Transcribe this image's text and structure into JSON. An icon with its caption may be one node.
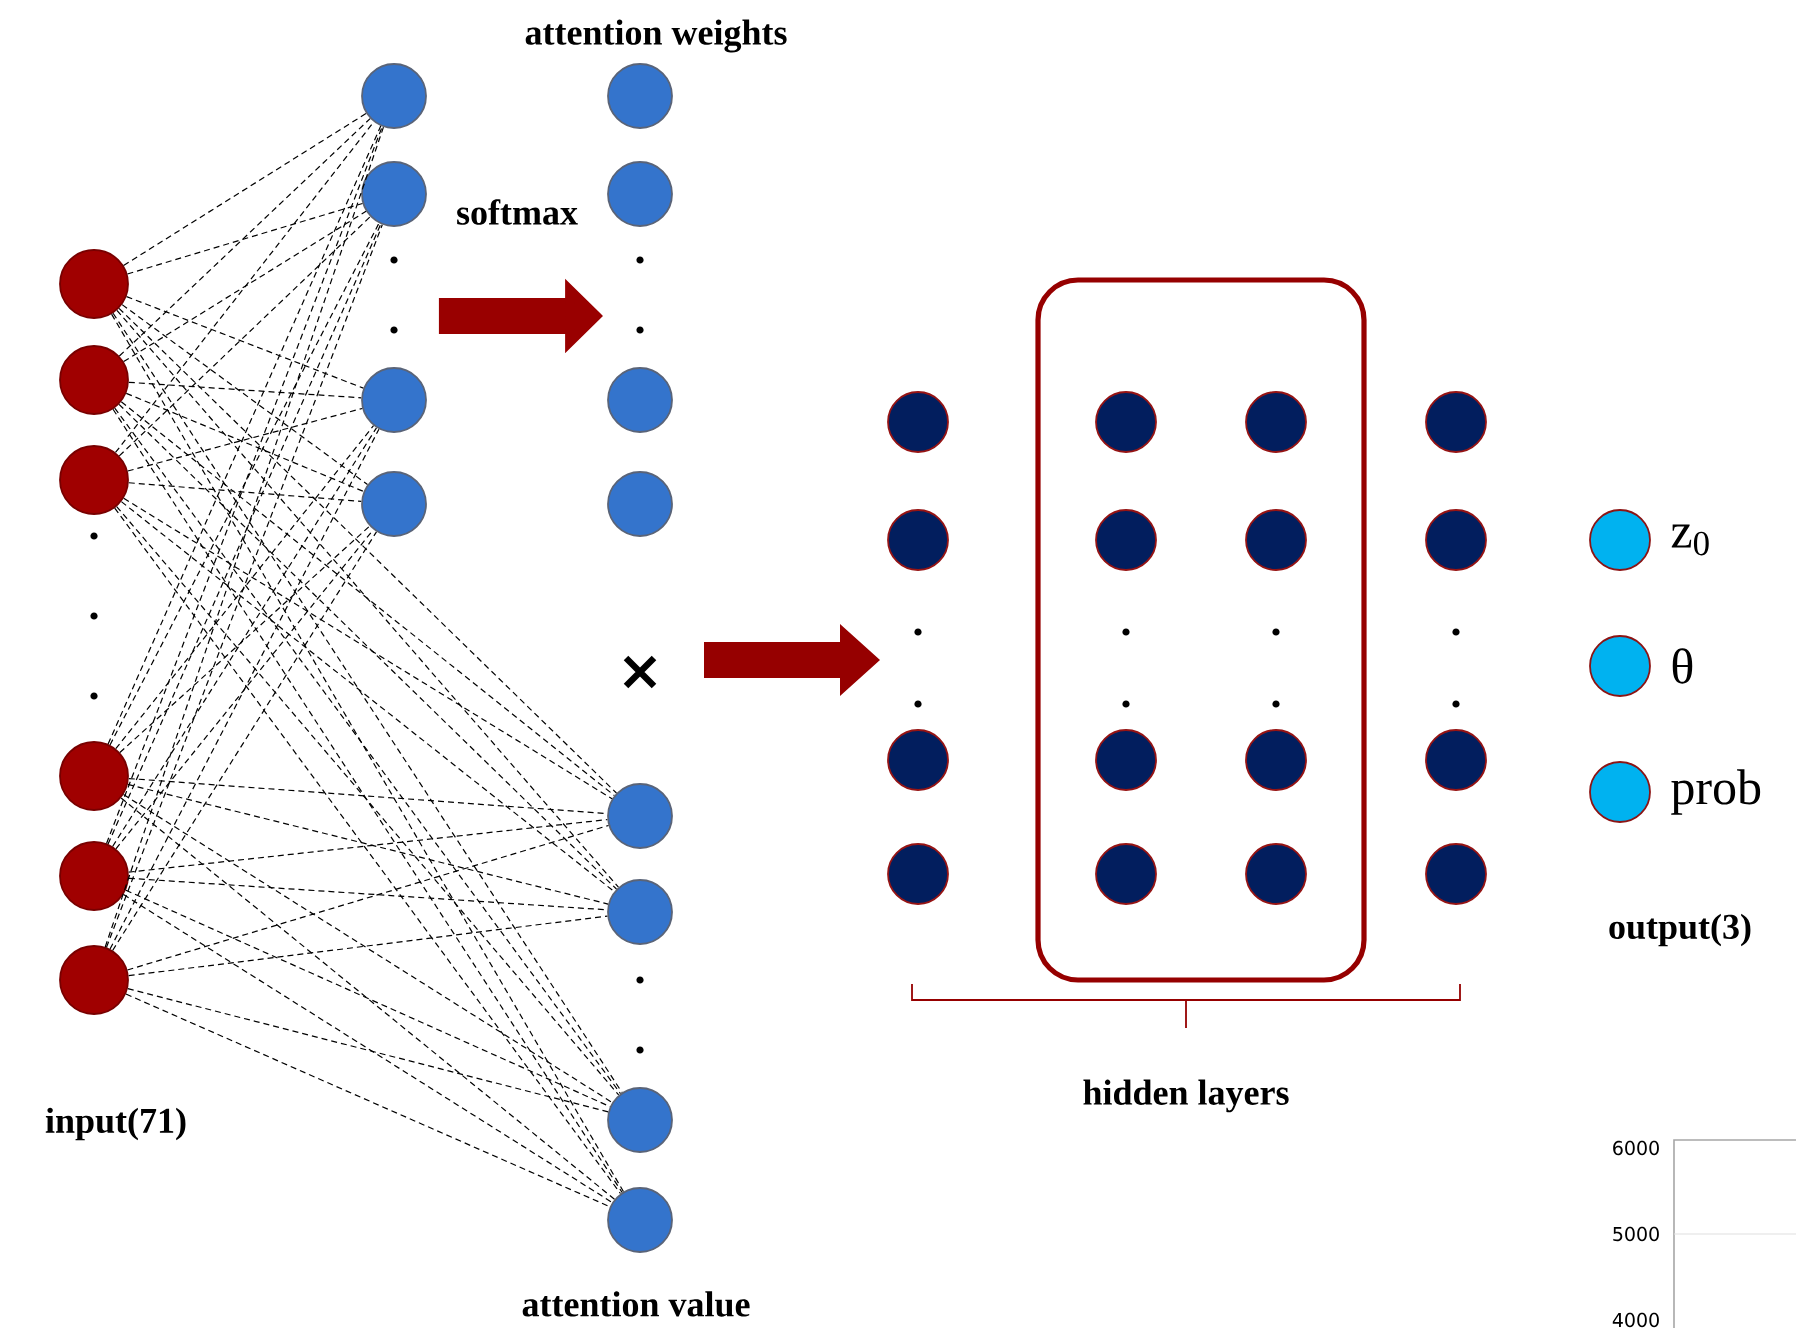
{
  "diagram": {
    "nodes": [
      {
        "text": [],
        "shape": "circle"
      },
      {
        "text": [],
        "shape": "circle"
      },
      {
        "text": [],
        "shape": "circle"
      },
      {
        "text": [],
        "shape": "circle"
      },
      {
        "text": [],
        "shape": "circle"
      },
      {
        "text": [],
        "shape": "circle"
      },
      {
        "text": [],
        "shape": "circle"
      },
      {
        "text": [],
        "shape": "circle"
      },
      {
        "text": [],
        "shape": "circle"
      },
      {
        "text": [],
        "shape": "circle"
      },
      {
        "text": [],
        "shape": "circle"
      },
      {
        "text": [],
        "shape": "circle"
      },
      {
        "text": [],
        "shape": "circle"
      },
      {
        "text": [],
        "shape": "circle"
      },
      {
        "text": [],
        "shape": "circle"
      },
      {
        "text": [],
        "shape": "circle"
      },
      {
        "text": [],
        "shape": "circle"
      },
      {
        "text": [],
        "shape": "circle"
      },
      {
        "text": [],
        "shape": "circle"
      },
      {
        "text": [],
        "shape": "circle"
      },
      {
        "text": [],
        "shape": "circle"
      },
      {
        "text": [],
        "shape": "circle"
      },
      {
        "text": [],
        "shape": "box"
      },
      {
        "text": [],
        "shape": "circle",
        "in": 22
      },
      {
        "text": [],
        "shape": "circle",
        "in": 22
      },
      {
        "text": [],
        "shape": "circle",
        "in": 22
      },
      {
        "text": [],
        "shape": "circle",
        "in": 22
      },
      {
        "text": [],
        "shape": "circle",
        "in": 22
      },
      {
        "text": [],
        "shape": "circle",
        "in": 22
      },
      {
        "text": [],
        "shape": "circle",
        "in": 22
      },
      {
        "text": [],
        "shape": "circle",
        "in": 22
      },
      {
        "text": [],
        "shape": "circle"
      },
      {
        "text": [],
        "shape": "circle"
      },
      {
        "text": [],
        "shape": "circle"
      },
      {
        "text": [],
        "shape": "circle"
      },
      {
        "text": [],
        "shape": "circle",
        "beside": [
          "z$_{0}$"
        ]
      },
      {
        "text": [],
        "shape": "circle",
        "beside": [
          "θ"
        ]
      },
      {
        "text": [],
        "shape": "circle",
        "beside": [
          "prob"
        ]
      }
    ],
    "edges": [
      {
        "from": 8,
        "to": 12,
        "arrow": "to",
        "style": "thick",
        "color": "#990000",
        "label": "softmax"
      },
      {
        "from": 0,
        "to": 6,
        "arrow": "none",
        "style": "dashed"
      },
      {
        "from": 0,
        "to": 7,
        "arrow": "none",
        "style": "dashed"
      },
      {
        "from": 0,
        "to": 8,
        "arrow": "none",
        "style": "dashed"
      },
      {
        "from": 0,
        "to": 9,
        "arrow": "none",
        "style": "dashed"
      },
      {
        "from": 1,
        "to": 6,
        "arrow": "none",
        "style": "dashed"
      },
      {
        "from": 1,
        "to": 7,
        "arrow": "none",
        "style": "dashed"
      },
      {
        "from": 1,
        "to": 8,
        "arrow": "none",
        "style": "dashed"
      },
      {
        "from": 1,
        "to": 9,
        "arrow": "none",
        "style": "dashed"
      },
      {
        "from": 2,
        "to": 6,
        "arrow": "none",
        "style": "dashed"
      },
      {
        "from": 2,
        "to": 7,
        "arrow": "none",
        "style": "dashed"
      },
      {
        "from": 2,
        "to": 8,
        "arrow": "none",
        "style": "dashed"
      },
      {
        "from": 2,
        "to": 9,
        "arrow": "none",
        "style": "dashed"
      },
      {
        "from": 3,
        "to": 6,
        "arrow": "none",
        "style": "dashed"
      },
      {
        "from": 3,
        "to": 7,
        "arrow": "none",
        "style": "dashed"
      },
      {
        "from": 3,
        "to": 8,
        "arrow": "none",
        "style": "dashed"
      },
      {
        "from": 3,
        "to": 9,
        "arrow": "none",
        "style": "dashed"
      },
      {
        "from": 4,
        "to": 6,
        "arrow": "none",
        "style": "dashed"
      },
      {
        "from": 4,
        "to": 7,
        "arrow": "none",
        "style": "dashed"
      },
      {
        "from": 4,
        "to": 8,
        "arrow": "none",
        "style": "dashed"
      },
      {
        "from": 4,
        "to": 9,
        "arrow": "none",
        "style": "dashed"
      },
      {
        "from": 5,
        "to": 6,
        "arrow": "none",
        "style": "dashed"
      },
      {
        "from": 5,
        "to": 7,
        "arrow": "none",
        "style": "dashed"
      },
      {
        "from": 5,
        "to": 8,
        "arrow": "none",
        "style": "dashed"
      },
      {
        "from": 5,
        "to": 9,
        "arrow": "none",
        "style": "dashed"
      },
      {
        "from": 0,
        "to": 14,
        "arrow": "none",
        "style": "dashed"
      },
      {
        "from": 0,
        "to": 15,
        "arrow": "none",
        "style": "dashed"
      },
      {
        "from": 0,
        "to": 16,
        "arrow": "none",
        "style": "dashed"
      },
      {
        "from": 0,
        "to": 17,
        "arrow": "none",
        "style": "dashed"
      },
      {
        "from": 1,
        "to": 14,
        "arrow": "none",
        "style": "dashed"
      },
      {
        "from": 1,
        "to": 15,
        "arrow": "none",
        "style": "dashed"
      },
      {
        "from": 1,
        "to": 16,
        "arrow": "none",
        "style": "dashed"
      },
      {
        "from": 1,
        "to": 17,
        "arrow": "none",
        "style": "dashed"
      },
      {
        "from": 2,
        "to": 14,
        "arrow": "none",
        "style": "dashed"
      },
      {
        "from": 2,
        "to": 15,
        "arrow": "none",
        "style": "dashed"
      },
      {
        "from": 2,
        "to": 16,
        "arrow": "none",
        "style": "dashed"
      },
      {
        "from": 2,
        "to": 17,
        "arrow": "none",
        "style": "dashed"
      },
      {
        "from": 3,
        "to": 14,
        "arrow": "none",
        "style": "dashed"
      },
      {
        "from": 3,
        "to": 15,
        "arrow": "none",
        "style": "dashed"
      },
      {
        "from": 3,
        "to": 16,
        "arrow": "none",
        "style": "dashed"
      },
      {
        "from": 3,
        "to": 17,
        "arrow": "none",
        "style": "dashed"
      },
      {
        "from": 4,
        "to": 14,
        "arrow": "none",
        "style": "dashed"
      },
      {
        "from": 4,
        "to": 15,
        "arrow": "none",
        "style": "dashed"
      },
      {
        "from": 4,
        "to": 16,
        "arrow": "none",
        "style": "dashed"
      },
      {
        "from": 4,
        "to": 17,
        "arrow": "none",
        "style": "dashed"
      },
      {
        "from": 5,
        "to": 14,
        "arrow": "none",
        "style": "dashed"
      },
      {
        "from": 5,
        "to": 15,
        "arrow": "none",
        "style": "dashed"
      },
      {
        "from": 5,
        "to": 16,
        "arrow": "none",
        "style": "dashed"
      },
      {
        "from": 5,
        "to": 17,
        "arrow": "none",
        "style": "dashed"
      }
    ],
    "labels": [
      "attention weights",
      "input(71)",
      "hidden layers",
      "output(3)",
      "attention value",
      "6000",
      "5000",
      "4000"
    ]
  }
}
